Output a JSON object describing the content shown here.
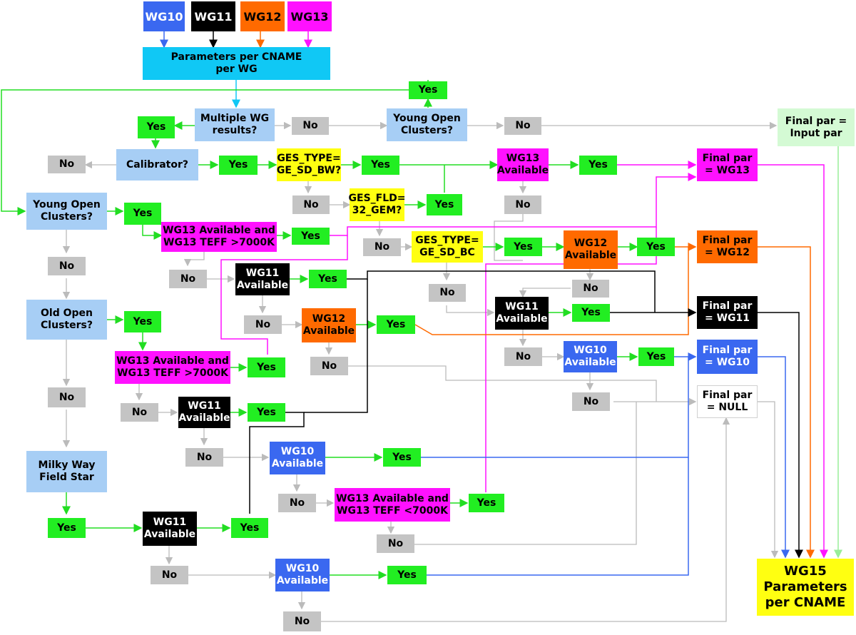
{
  "colors": {
    "blue": "#a7cef5",
    "grey": "#c4c4c4",
    "green": "#22ee22",
    "yellow": "#ffff11",
    "magenta": "#ff11ff",
    "orange": "#ff6a00",
    "black": "#000000",
    "royal": "#3a68f0",
    "cyan": "#10c8f5",
    "mint": "#d4fad4",
    "wire_grey": "#bbbbbb",
    "wire_green": "#22dd22"
  },
  "nodes": {
    "wg10_src": {
      "label": "WG10"
    },
    "wg11_src": {
      "label": "WG11"
    },
    "wg12_src": {
      "label": "WG12"
    },
    "wg13_src": {
      "label": "WG13"
    },
    "params_cname": {
      "label": "Parameters per CNAME\nper WG"
    },
    "yes_top": {
      "label": "Yes"
    },
    "multi_wg": {
      "label": "Multiple WG\nresults?"
    },
    "no_multi": {
      "label": "No"
    },
    "yoc_top": {
      "label": "Young Open\nClusters?"
    },
    "no_yoc_top": {
      "label": "No"
    },
    "final_input": {
      "label": "Final par =\nInput par"
    },
    "yes_multi": {
      "label": "Yes"
    },
    "no_calib": {
      "label": "No"
    },
    "calibrator": {
      "label": "Calibrator?"
    },
    "yes_calib": {
      "label": "Yes"
    },
    "ges_type_bw": {
      "label": "GES_TYPE=\nGE_SD_BW?"
    },
    "yes_bw": {
      "label": "Yes"
    },
    "wg13_avail_a": {
      "label": "WG13\nAvailable"
    },
    "yes_wg13_a": {
      "label": "Yes"
    },
    "final_wg13": {
      "label": "Final par\n= WG13"
    },
    "yoc_left": {
      "label": "Young Open\nClusters?"
    },
    "yes_yoc_left": {
      "label": "Yes"
    },
    "no_bw": {
      "label": "No"
    },
    "ges_fld": {
      "label": "GES_FLD=\n32_GEM?"
    },
    "yes_fld": {
      "label": "Yes"
    },
    "no_wg13_a": {
      "label": "No"
    },
    "wg13_teff_hi_a": {
      "label": "WG13 Available and\nWG13 TEFF >7000K"
    },
    "yes_teff_a": {
      "label": "Yes"
    },
    "no_fld": {
      "label": "No"
    },
    "ges_type_bc": {
      "label": "GES_TYPE=\nGE_SD_BC"
    },
    "yes_bc": {
      "label": "Yes"
    },
    "wg12_avail_a": {
      "label": "WG12\nAvailable"
    },
    "yes_wg12_a": {
      "label": "Yes"
    },
    "final_wg12": {
      "label": "Final par\n= WG12"
    },
    "no_yoc_left": {
      "label": "No"
    },
    "no_teff_a": {
      "label": "No"
    },
    "wg11_avail_a": {
      "label": "WG11\nAvailable"
    },
    "yes_wg11_a": {
      "label": "Yes"
    },
    "no_bc": {
      "label": "No"
    },
    "no_wg12_a": {
      "label": "No"
    },
    "old_oc": {
      "label": "Old Open\nClusters?"
    },
    "yes_old": {
      "label": "Yes"
    },
    "no_wg11_a": {
      "label": "No"
    },
    "wg12_avail_b": {
      "label": "WG12\nAvailable"
    },
    "yes_wg12_b": {
      "label": "Yes"
    },
    "wg11_avail_b": {
      "label": "WG11\nAvailable"
    },
    "yes_wg11_b": {
      "label": "Yes"
    },
    "final_wg11": {
      "label": "Final par\n= WG11"
    },
    "wg13_teff_hi_b": {
      "label": "WG13 Available and\nWG13 TEFF >7000K"
    },
    "yes_teff_b": {
      "label": "Yes"
    },
    "no_wg12_b": {
      "label": "No"
    },
    "no_wg11_b": {
      "label": "No"
    },
    "wg10_avail_a": {
      "label": "WG10\nAvailable"
    },
    "yes_wg10_a": {
      "label": "Yes"
    },
    "final_wg10": {
      "label": "Final par\n= WG10"
    },
    "no_old": {
      "label": "No"
    },
    "no_teff_b": {
      "label": "No"
    },
    "wg11_avail_c": {
      "label": "WG11\nAvailable"
    },
    "yes_wg11_c": {
      "label": "Yes"
    },
    "no_wg10_a": {
      "label": "No"
    },
    "final_null": {
      "label": "Final par\n= NULL"
    },
    "no_wg11_c": {
      "label": "No"
    },
    "wg10_avail_b": {
      "label": "WG10\nAvailable"
    },
    "yes_wg10_b": {
      "label": "Yes"
    },
    "milky_way": {
      "label": "Milky Way\nField Star"
    },
    "no_wg10_b": {
      "label": "No"
    },
    "wg13_teff_lo": {
      "label": "WG13 Available and\nWG13 TEFF <7000K"
    },
    "yes_teff_lo": {
      "label": "Yes"
    },
    "yes_mw": {
      "label": "Yes"
    },
    "wg11_avail_d": {
      "label": "WG11\nAvailable"
    },
    "yes_wg11_d": {
      "label": "Yes"
    },
    "no_teff_lo": {
      "label": "No"
    },
    "no_wg11_d": {
      "label": "No"
    },
    "wg10_avail_c": {
      "label": "WG10\nAvailable"
    },
    "yes_wg10_c": {
      "label": "Yes"
    },
    "wg15": {
      "label": "WG15\nParameters\nper CNAME"
    },
    "no_wg10_c": {
      "label": "No"
    }
  }
}
